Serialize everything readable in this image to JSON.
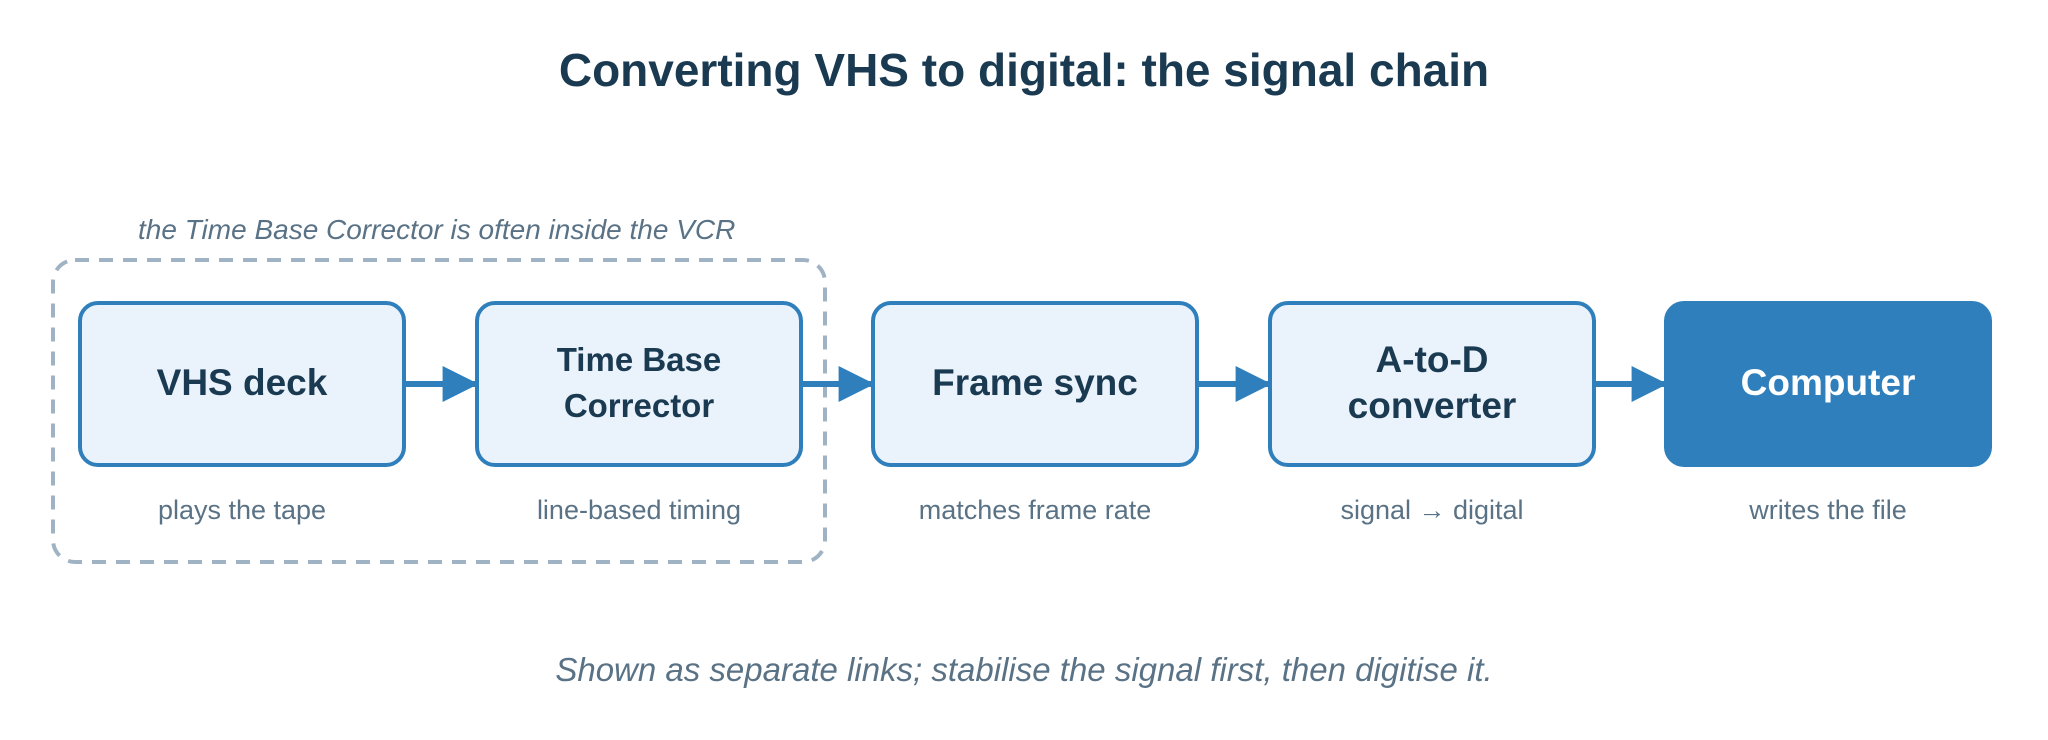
{
  "title": "Converting VHS to digital: the signal chain",
  "group_label": "the Time Base Corrector is often inside the VCR",
  "nodes": [
    {
      "label": "VHS deck",
      "caption": "plays the tape"
    },
    {
      "label": "Time Base Corrector",
      "caption": "line-based timing"
    },
    {
      "label": "Frame sync",
      "caption": "matches frame rate"
    },
    {
      "label": "A-to-D converter",
      "caption": "signal → digital"
    },
    {
      "label": "Computer",
      "caption": "writes the file"
    }
  ],
  "footnote": "Shown as separate links; stabilise the signal first, then digitise it.",
  "colors": {
    "node_fill": "#eaf2fb",
    "node_border": "#2e7fbb",
    "accent_fill": "#2e7fbb",
    "arrow": "#2e7fbb",
    "group_border": "#9fb3c4",
    "title_text": "#1a3a52",
    "caption_text": "#5a7285"
  }
}
